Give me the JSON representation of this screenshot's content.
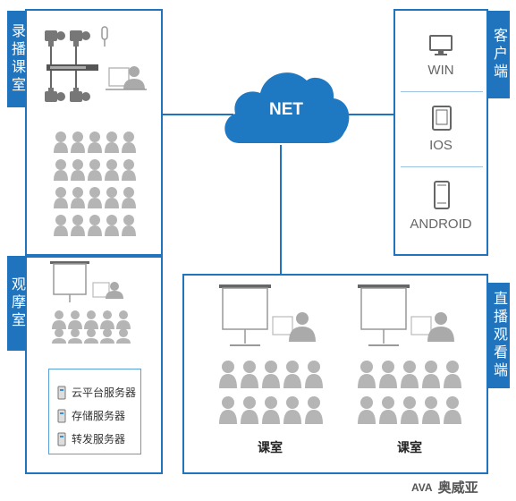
{
  "network": {
    "label": "NET"
  },
  "recording_room": {
    "title": "录播课室"
  },
  "observation_room": {
    "title": "观摩室"
  },
  "servers": [
    {
      "label": "云平台服务器"
    },
    {
      "label": "存储服务器"
    },
    {
      "label": "转发服务器"
    }
  ],
  "client": {
    "title": "客户端",
    "devices": [
      {
        "label": "WIN",
        "icon": "monitor-icon"
      },
      {
        "label": "IOS",
        "icon": "tablet-icon"
      },
      {
        "label": "ANDROID",
        "icon": "phone-icon"
      }
    ]
  },
  "live_viewing": {
    "title": "直播观看端",
    "classrooms": [
      {
        "label": "课室"
      },
      {
        "label": "课室"
      }
    ]
  },
  "brand": {
    "logo_text": "AVA",
    "name": "奥威亚"
  },
  "colors": {
    "accent": "#1f74bd",
    "person": "#b5b5b5",
    "cloud": "#1e78c2"
  }
}
